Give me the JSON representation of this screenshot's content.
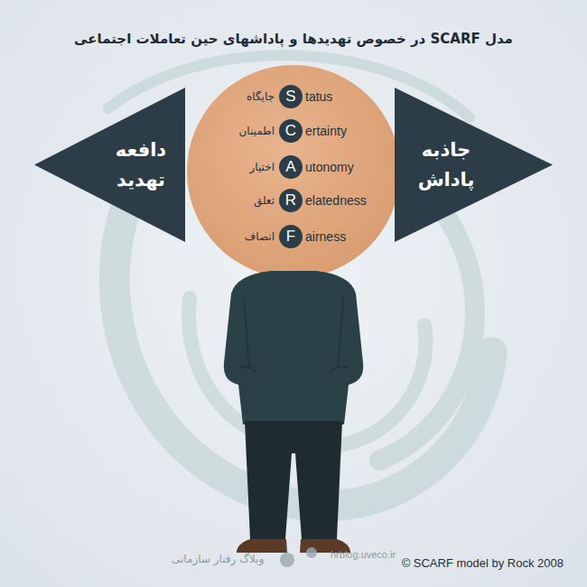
{
  "diagram": {
    "title": "مدل SCARF در خصوص تهدیدها و پاداشهای حین تعاملات اجتماعی",
    "nodes": [
      {
        "text": [
          "S",
          "tatus",
          "جایگاه"
        ]
      },
      {
        "text": [
          "C",
          "ertainty",
          "اطمینان"
        ]
      },
      {
        "text": [
          "A",
          "utonomy",
          "اختیار"
        ]
      },
      {
        "text": [
          "R",
          "elatedness",
          "تعلق"
        ]
      },
      {
        "text": [
          "F",
          "airness",
          "انصاف"
        ]
      },
      {
        "text": [
          "دافعه تهدید"
        ]
      },
      {
        "text": [
          "جاذبه پاداش"
        ]
      }
    ],
    "labels": [
      "© SCARF model by Rock 2008",
      "وبلاگ رفتار سازمانی",
      "hrblog.uveco.ir"
    ]
  }
}
